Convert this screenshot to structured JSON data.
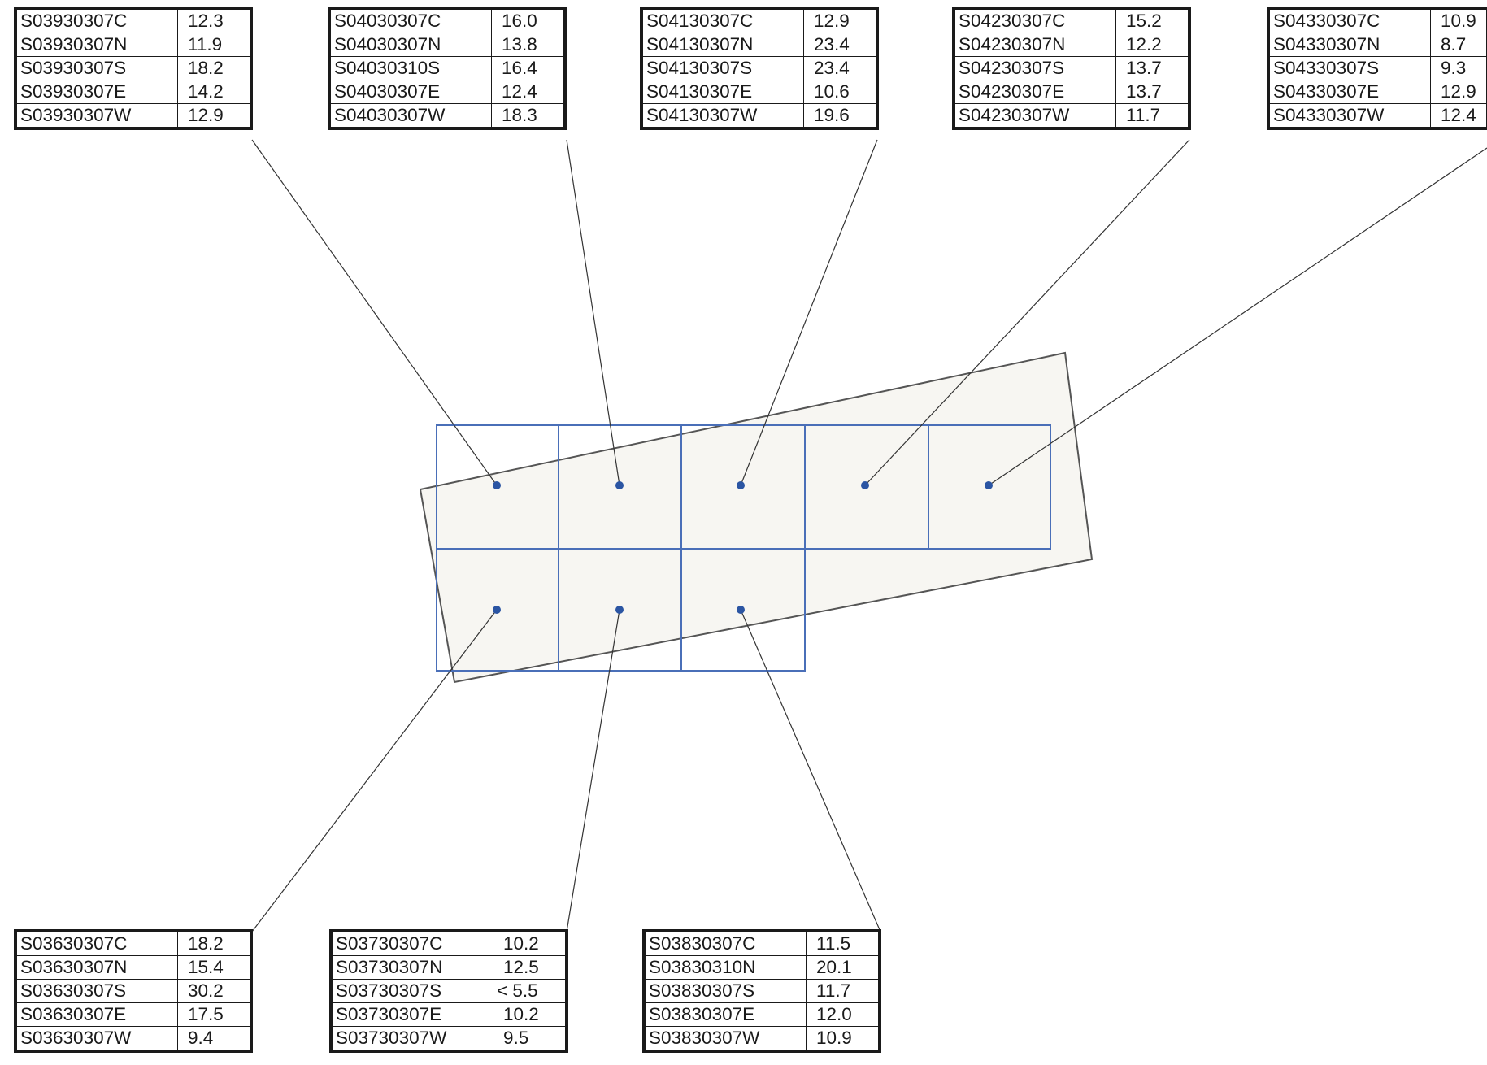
{
  "colors": {
    "grid_line": "#4a6fb8",
    "sample_point": "#2b55a3",
    "polygon_fill": "#f7f6f2",
    "polygon_stroke": "#555555",
    "leader_line": "#333333",
    "table_border": "#1a1a1a"
  },
  "tables": [
    {
      "id": "t039",
      "rows": [
        [
          "S03930307C",
          "12.3"
        ],
        [
          "S03930307N",
          "11.9"
        ],
        [
          "S03930307S",
          "18.2"
        ],
        [
          "S03930307E",
          "14.2"
        ],
        [
          "S03930307W",
          "12.9"
        ]
      ]
    },
    {
      "id": "t040",
      "rows": [
        [
          "S04030307C",
          "16.0"
        ],
        [
          "S04030307N",
          "13.8"
        ],
        [
          "S04030310S",
          "16.4"
        ],
        [
          "S04030307E",
          "12.4"
        ],
        [
          "S04030307W",
          "18.3"
        ]
      ]
    },
    {
      "id": "t041",
      "rows": [
        [
          "S04130307C",
          "12.9"
        ],
        [
          "S04130307N",
          "23.4"
        ],
        [
          "S04130307S",
          "23.4"
        ],
        [
          "S04130307E",
          "10.6"
        ],
        [
          "S04130307W",
          "19.6"
        ]
      ]
    },
    {
      "id": "t042",
      "rows": [
        [
          "S04230307C",
          "15.2"
        ],
        [
          "S04230307N",
          "12.2"
        ],
        [
          "S04230307S",
          "13.7"
        ],
        [
          "S04230307E",
          "13.7"
        ],
        [
          "S04230307W",
          "11.7"
        ]
      ]
    },
    {
      "id": "t043",
      "rows": [
        [
          "S04330307C",
          "10.9"
        ],
        [
          "S04330307N",
          "8.7"
        ],
        [
          "S04330307S",
          "9.3"
        ],
        [
          "S04330307E",
          "12.9"
        ],
        [
          "S04330307W",
          "12.4"
        ]
      ]
    },
    {
      "id": "t036",
      "rows": [
        [
          "S03630307C",
          "18.2"
        ],
        [
          "S03630307N",
          "15.4"
        ],
        [
          "S03630307S",
          "30.2"
        ],
        [
          "S03630307E",
          "17.5"
        ],
        [
          "S03630307W",
          "9.4"
        ]
      ]
    },
    {
      "id": "t037",
      "rows": [
        [
          "S03730307C",
          "10.2"
        ],
        [
          "S03730307N",
          "12.5"
        ],
        [
          "S03730307S",
          "< 5.5"
        ],
        [
          "S03730307E",
          "10.2"
        ],
        [
          "S03730307W",
          "9.5"
        ]
      ]
    },
    {
      "id": "t038",
      "rows": [
        [
          "S03830307C",
          "11.5"
        ],
        [
          "S03830310N",
          "20.1"
        ],
        [
          "S03830307S",
          "11.7"
        ],
        [
          "S03830307E",
          "12.0"
        ],
        [
          "S03830307W",
          "10.9"
        ]
      ]
    }
  ]
}
